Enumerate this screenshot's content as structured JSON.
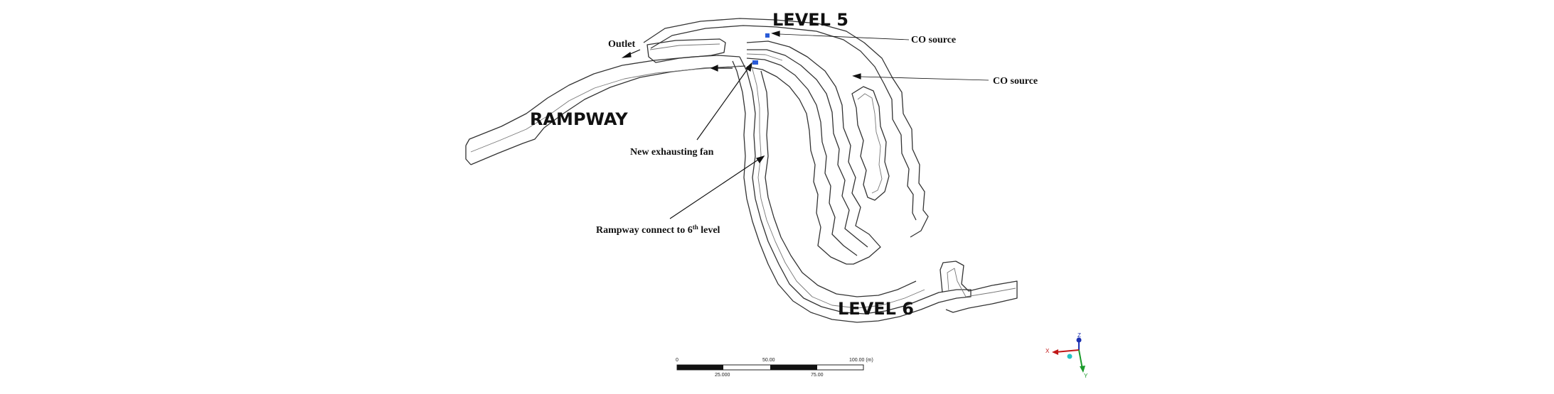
{
  "labels": {
    "level5": "LEVEL  5",
    "level6": "LEVEL  6",
    "rampway": "RAMPWAY",
    "outlet": "Outlet",
    "co_source_1": "CO source",
    "co_source_2": "CO source",
    "new_fan": "New exhausting fan",
    "rampway_connect_prefix": "Rampway  connect to 6",
    "rampway_connect_sup": "th",
    "rampway_connect_suffix": " level"
  },
  "scale_bar": {
    "top_ticks": [
      "0",
      "50.00",
      "100.00  (m)"
    ],
    "bottom_ticks": [
      "25.000",
      "75.00"
    ]
  },
  "axis_triad": {
    "z": "Z",
    "x": "X",
    "y": "Y",
    "colors": {
      "z": "#1a2fb0",
      "x": "#c01818",
      "y": "#1a9a2a",
      "origin": "#22c4c4"
    }
  },
  "colors": {
    "fan_marker": "#2a5bd7",
    "co_marker": "#2a5bd7"
  }
}
